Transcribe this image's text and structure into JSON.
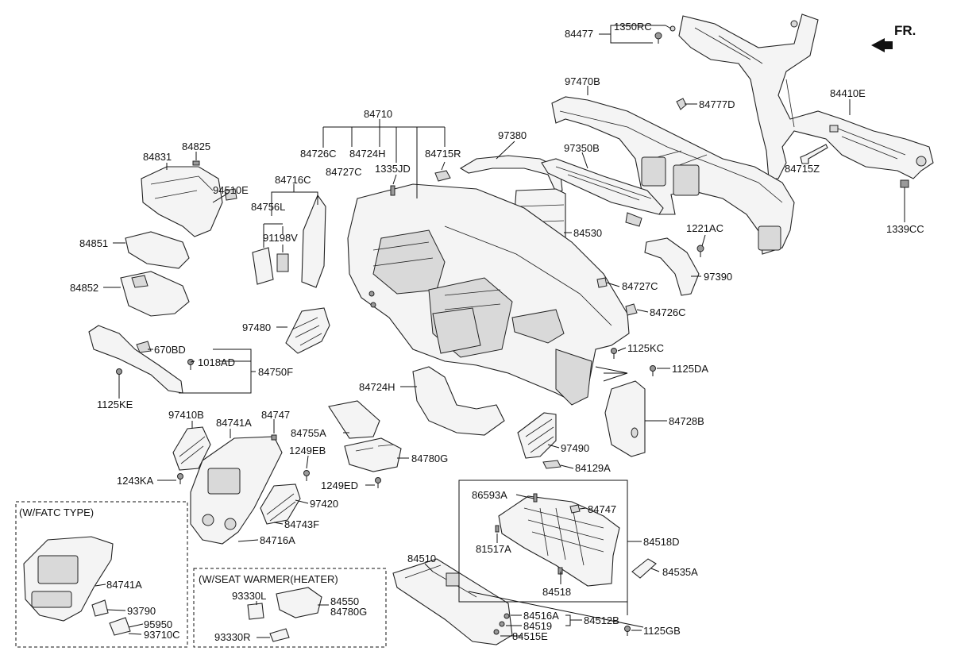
{
  "direction_label": "FR.",
  "callouts": {
    "c84477": "84477",
    "c1350RC": "1350RC",
    "c97470B": "97470B",
    "c84777D": "84777D",
    "c84410E": "84410E",
    "c84710": "84710",
    "c84726C_top": "84726C",
    "c84724H_top": "84724H",
    "c84727C_top": "84727C",
    "c1335JD": "1335JD",
    "c84715R": "84715R",
    "c97380": "97380",
    "c97350B": "97350B",
    "c84715Z": "84715Z",
    "c1339CC": "1339CC",
    "c84831": "84831",
    "c84825": "84825",
    "c94510E": "94510E",
    "c84716C": "84716C",
    "c84756L": "84756L",
    "c91198V": "91198V",
    "c84851": "84851",
    "c84852": "84852",
    "c84530": "84530",
    "c1221AC": "1221AC",
    "c84727C_mid": "84727C",
    "c97390": "97390",
    "c84726C_mid": "84726C",
    "c97480": "97480",
    "c670BD": "670BD",
    "c1018AD": "1018AD",
    "c84750F": "84750F",
    "c1125KE": "1125KE",
    "c1125KC": "1125KC",
    "c1125DA": "1125DA",
    "c84724H_mid": "84724H",
    "c84728B": "84728B",
    "c97410B": "97410B",
    "c84741A": "84741A",
    "c84747_left": "84747",
    "c84755A": "84755A",
    "c1249EB": "1249EB",
    "c84780G": "84780G",
    "c97490": "97490",
    "c1243KA": "1243KA",
    "c1249ED": "1249ED",
    "c84129A": "84129A",
    "c97420": "97420",
    "c84743F": "84743F",
    "c84716A": "84716A",
    "c86593A": "86593A",
    "c84747_right": "84747",
    "c81517A": "81517A",
    "c84518D": "84518D",
    "c84535A": "84535A",
    "c84518": "84518",
    "c84510": "84510",
    "c84516A": "84516A",
    "c84519": "84519",
    "c84512B": "84512B",
    "c84515E": "84515E",
    "c1125GB": "1125GB"
  },
  "fatc_box": {
    "title": "(W/FATC TYPE)",
    "c84741A": "84741A",
    "c93790": "93790",
    "c95950": "95950",
    "c93710C": "93710C"
  },
  "seat_box": {
    "title": "(W/SEAT WARMER(HEATER)",
    "c93330L": "93330L",
    "c84550": "84550",
    "c84780G": "84780G",
    "c93330R": "93330R"
  }
}
